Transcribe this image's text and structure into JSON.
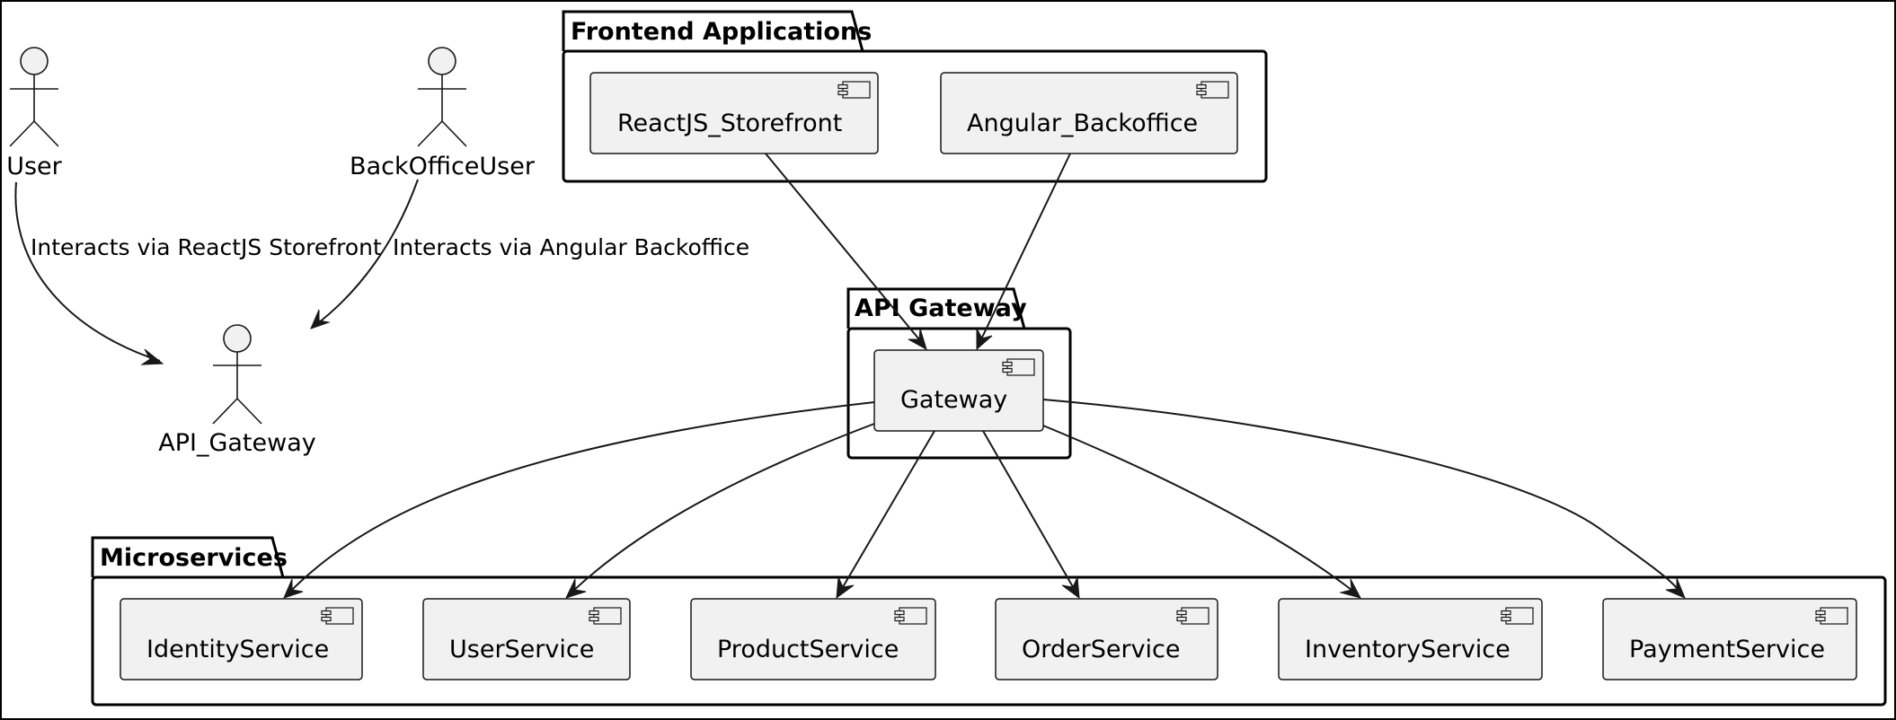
{
  "packages": {
    "frontend": {
      "title": "Frontend Applications"
    },
    "gateway": {
      "title": "API Gateway"
    },
    "microservices": {
      "title": "Microservices"
    }
  },
  "components": {
    "react_storefront": "ReactJS_Storefront",
    "angular_backoffice": "Angular_Backoffice",
    "gateway": "Gateway",
    "identity_service": "IdentityService",
    "user_service": "UserService",
    "product_service": "ProductService",
    "order_service": "OrderService",
    "inventory_service": "InventoryService",
    "payment_service": "PaymentService"
  },
  "actors": {
    "user": "User",
    "backoffice_user": "BackOfficeUser",
    "api_gateway": "API_Gateway"
  },
  "edge_labels": {
    "user_to_gateway": "Interacts via ReactJS Storefront",
    "backoffice_to_gateway": "Interacts via Angular Backoffice"
  },
  "colors": {
    "component_fill": "#f1f1f1",
    "line": "#181818",
    "frame": "#000000"
  }
}
